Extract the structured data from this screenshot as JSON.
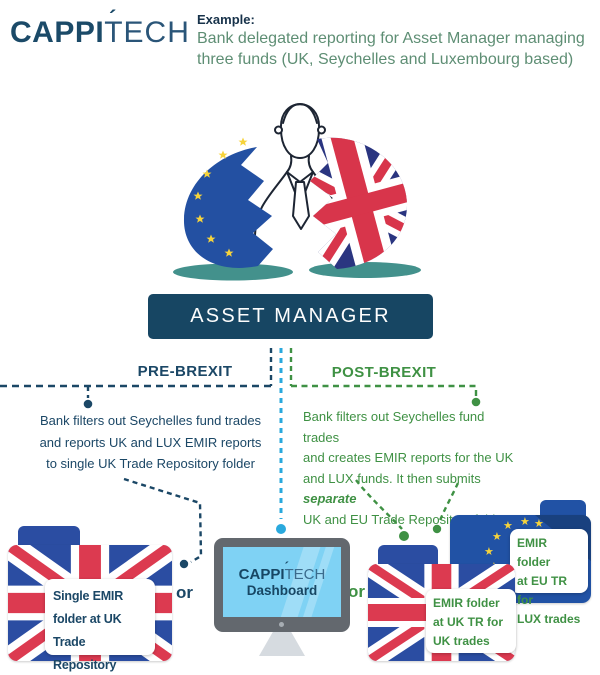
{
  "header": {
    "logo": {
      "bold": "CAPPI",
      "thin": "TECH",
      "accent": "´"
    },
    "example_label": "Example:",
    "description": "Bank delegated reporting for Asset Manager managing\nthree funds (UK, Seychelles and Luxembourg based)"
  },
  "asset_manager_banner": "ASSET MANAGER",
  "pre_brexit": {
    "label": "PRE-BREXIT",
    "description": "Bank filters out Seychelles fund trades\nand reports UK and LUX EMIR reports\nto single UK Trade Repository folder",
    "folder_label": "Single EMIR\nfolder at UK\nTrade Repository",
    "or_label": "or"
  },
  "post_brexit": {
    "label": "POST-BREXIT",
    "line1": "Bank filters out Seychelles fund trades",
    "line2": "and creates EMIR reports for the UK",
    "line3_normal": "and LUX funds. It then submits ",
    "line3_emphasis": "separate",
    "line4": "UK and EU Trade Repository folders",
    "or_label": "or",
    "eu_folder_label": "EMIR folder\nat EU TR for\nLUX trades",
    "uk_folder_label": "EMIR folder\nat UK TR for\nUK trades"
  },
  "dashboard": {
    "logo_bold": "CAPPI",
    "logo_thin": "TECH",
    "accent": "´",
    "label": "Dashboard"
  },
  "colors": {
    "navy": "#1b4766",
    "banner_navy": "#174663",
    "green": "#3f9144",
    "sage_green": "#5e8e74",
    "teal_line": "#2aa9dd",
    "shadow_teal": "#43918c",
    "eu_blue": "#2350a2",
    "uk_flag_blue": "#2b4da2",
    "uk_flag_red": "#dc3a50",
    "star_gold": "#f6d33c",
    "screen_blue": "#7fd2f4"
  }
}
